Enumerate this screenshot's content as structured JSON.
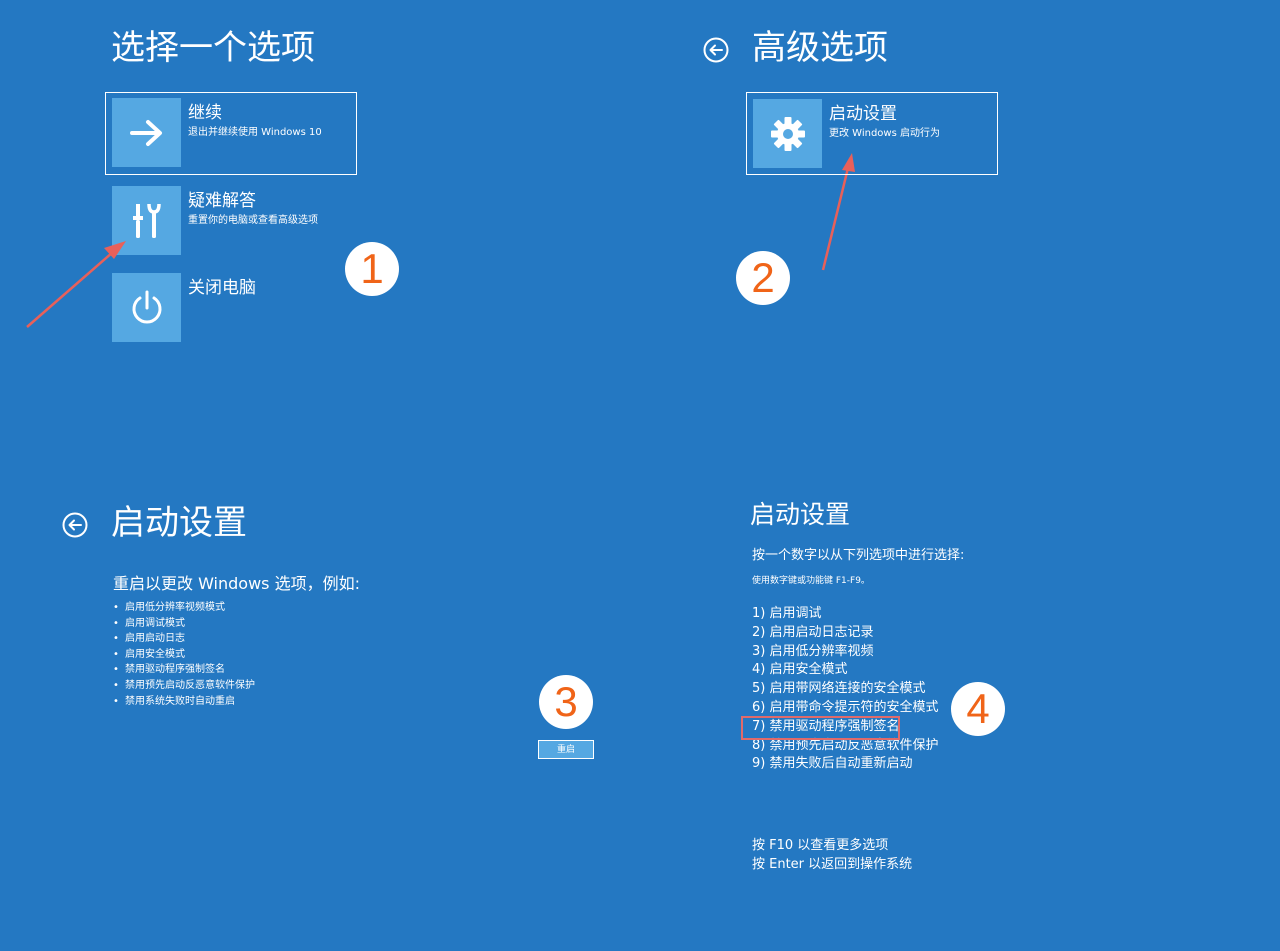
{
  "panel1": {
    "title": "选择一个选项",
    "options": [
      {
        "label": "继续",
        "desc": "退出并继续使用 Windows 10"
      },
      {
        "label": "疑难解答",
        "desc": "重置你的电脑或查看高级选项"
      },
      {
        "label": "关闭电脑",
        "desc": ""
      }
    ],
    "badge": "1"
  },
  "panel2": {
    "title": "高级选项",
    "option": {
      "label": "启动设置",
      "desc": "更改 Windows 启动行为"
    },
    "badge": "2"
  },
  "panel3": {
    "title": "启动设置",
    "subtitle": "重启以更改 Windows 选项，例如:",
    "items": [
      "启用低分辨率视频模式",
      "启用调试模式",
      "启用启动日志",
      "启用安全模式",
      "禁用驱动程序强制签名",
      "禁用预先启动反恶意软件保护",
      "禁用系统失败时自动重启"
    ],
    "restart_label": "重启",
    "badge": "3"
  },
  "panel4": {
    "title": "启动设置",
    "instruction": "按一个数字以从下列选项中进行选择:",
    "hint": "使用数字键或功能键 F1-F9。",
    "options": [
      "1) 启用调试",
      "2) 启用启动日志记录",
      "3) 启用低分辨率视频",
      "4) 启用安全模式",
      "5) 启用带网络连接的安全模式",
      "6) 启用带命令提示符的安全模式",
      "7) 禁用驱动程序强制签名",
      "8) 禁用预先启动反恶意软件保护",
      "9) 禁用失败后自动重新启动"
    ],
    "footer": [
      "按 F10 以查看更多选项",
      "按 Enter 以返回到操作系统"
    ],
    "badge": "4"
  },
  "colors": {
    "background": "#2478c2",
    "tile": "#55a8e2",
    "badge_text": "#f06418",
    "arrow": "#e8605a",
    "highlight": "#e06a6a"
  }
}
